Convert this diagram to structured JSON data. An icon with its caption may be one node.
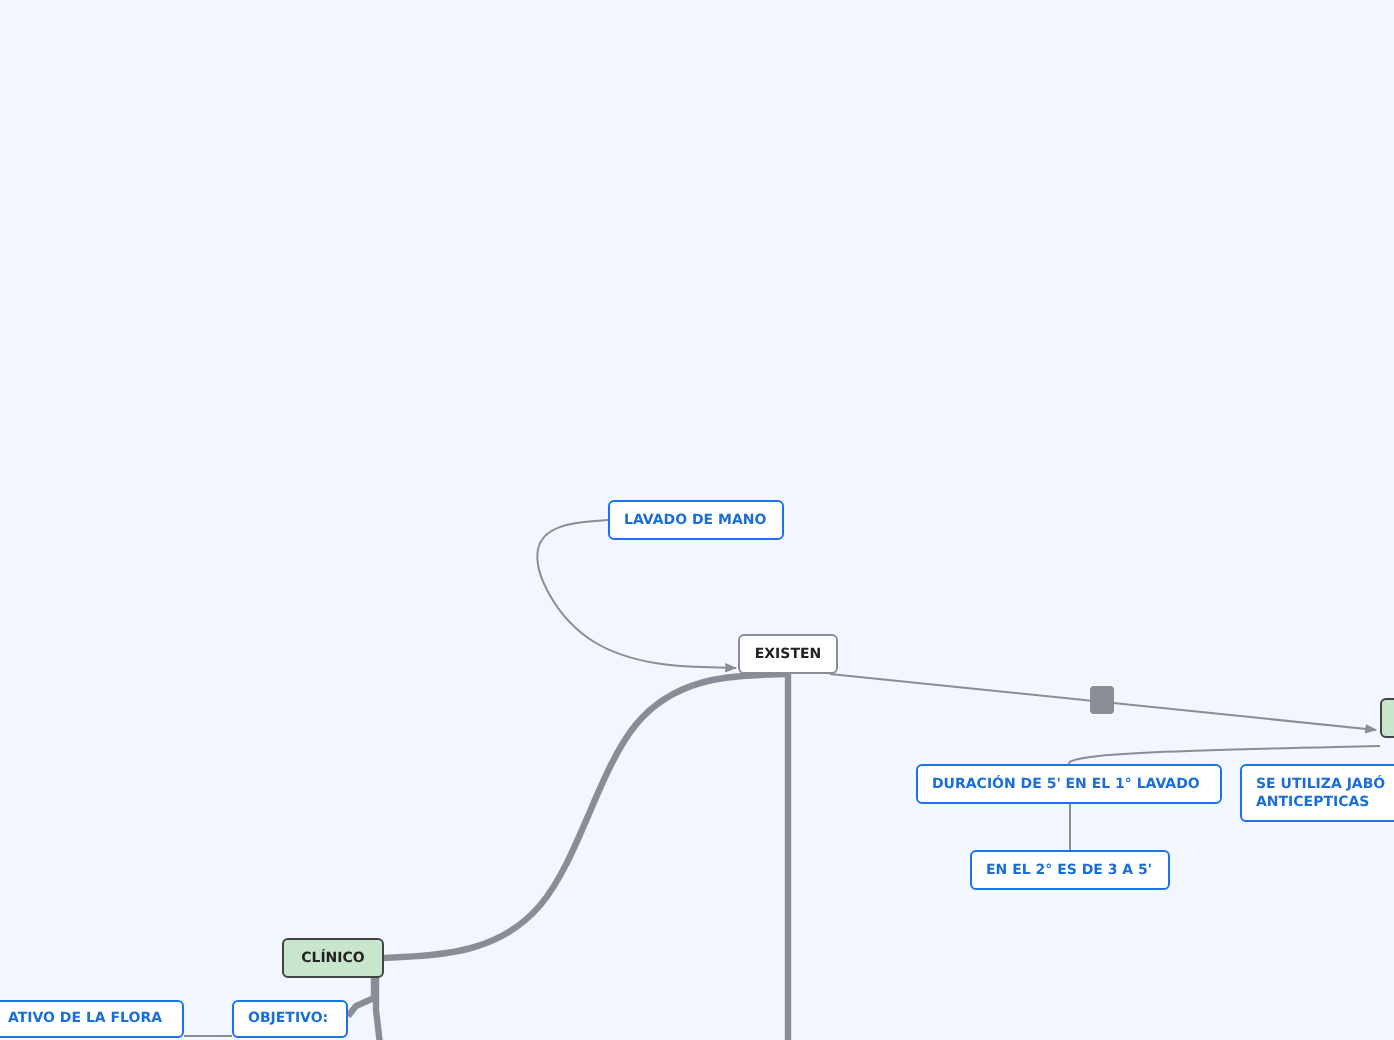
{
  "diagram": {
    "nodes": [
      {
        "text": [
          "LAVADO DE MANO"
        ]
      },
      {
        "text": [
          "EXISTEN"
        ]
      },
      {
        "text": [],
        "shape": "box"
      },
      {
        "text": [
          "DURACIÓN DE 5' EN EL 1° LAVADO"
        ]
      },
      {
        "text": [
          "EN EL 2° ES DE 3 A 5'"
        ]
      },
      {
        "text": [
          "SE UTILIZA JABÓ ANTICEPTICAS"
        ]
      },
      {
        "text": [
          "CLÍNICO"
        ]
      },
      {
        "text": [
          "OBJETIVO:"
        ]
      },
      {
        "text": [
          "ATIVO DE LA FLORA"
        ]
      }
    ],
    "edges": [
      {
        "from": 0,
        "to": 1,
        "arrow": "to"
      },
      {
        "from": 1,
        "to": 2,
        "arrow": "to"
      },
      {
        "from": 2,
        "to": 3,
        "arrow": "none"
      },
      {
        "from": 3,
        "to": 4,
        "arrow": "none"
      },
      {
        "from": 6,
        "to": 1,
        "arrow": "none",
        "style": "thick"
      },
      {
        "from": 1,
        "to": null,
        "arrow": "none",
        "style": "thick"
      },
      {
        "from": 6,
        "to": 7,
        "arrow": "none",
        "style": "thick"
      },
      {
        "from": 7,
        "to": 8,
        "arrow": "none"
      },
      {
        "from": 6,
        "to": null,
        "arrow": "none",
        "style": "thick"
      }
    ]
  }
}
